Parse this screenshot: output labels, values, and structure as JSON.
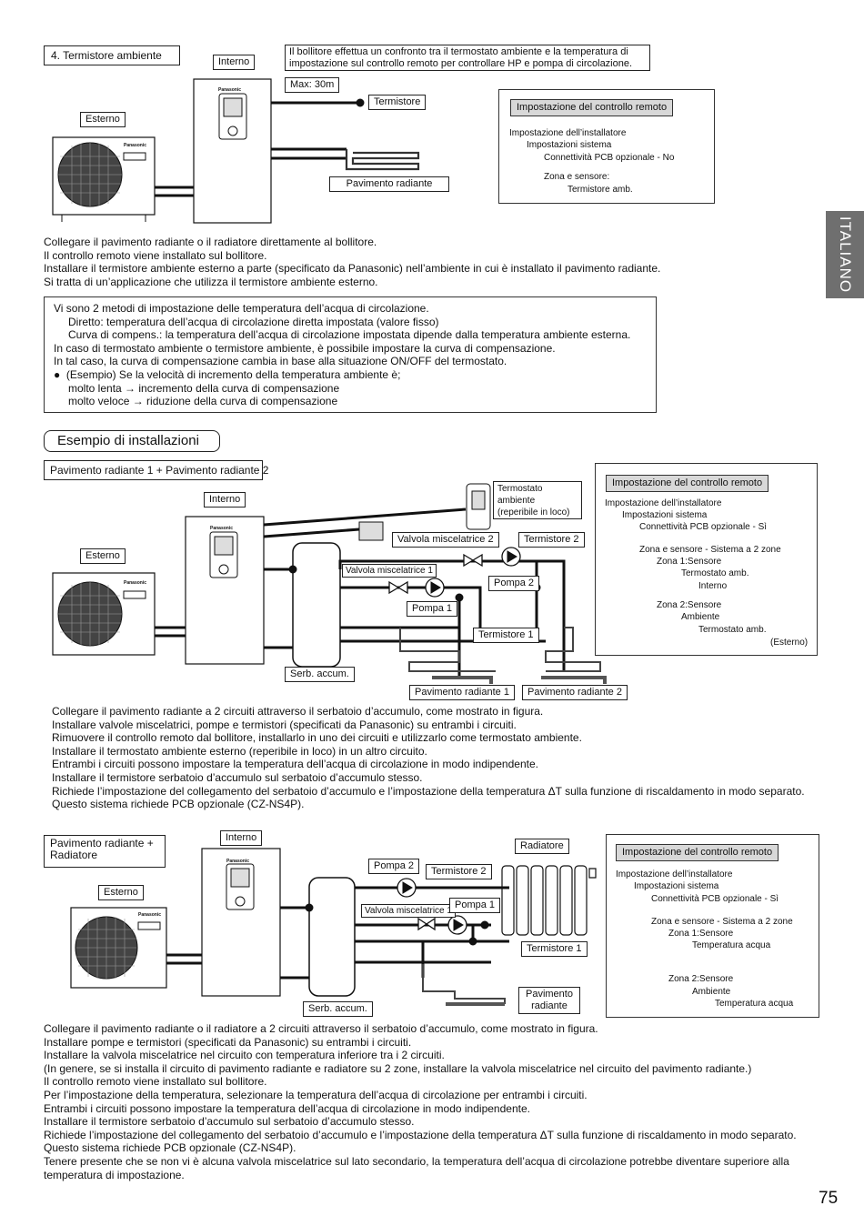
{
  "side_tab": "ITALIANO",
  "page_number": "75",
  "section1": {
    "title": "4. Termistore ambiente",
    "interno": "Interno",
    "esterno": "Esterno",
    "brand": "Panasonic",
    "note_lines": [
      "Il bollitore effettua un confronto tra il termostato ambiente e la temperatura di",
      "impostazione sul controllo remoto per controllare HP e pompa di circolazione."
    ],
    "max": "Max: 30m",
    "termistore": "Termistore",
    "pavimento": "Pavimento radiante",
    "remote": {
      "header": "Impostazione del controllo remoto",
      "lines": [
        "Impostazione dell’installatore",
        "Impostazioni sistema",
        "Connettività PCB opzionale - No",
        "Zona e sensore:",
        "Termistore amb."
      ]
    },
    "text_lines": [
      "Collegare il pavimento radiante o il radiatore direttamente al bollitore.",
      "Il controllo remoto viene installato sul bollitore.",
      "Installare il termistore ambiente esterno a parte (specificato da Panasonic) nell’ambiente in cui è installato il pavimento radiante.",
      "Si tratta di un’applicazione che utilizza il termistore ambiente esterno."
    ]
  },
  "info_box": {
    "lines": [
      "Vi sono 2 metodi di impostazione delle temperatura dell’acqua di circolazione.",
      "Diretto: temperatura dell’acqua di circolazione diretta impostata (valore fisso)",
      "Curva di compens.: la temperatura dell’acqua di circolazione impostata dipende dalla temperatura ambiente esterna.",
      "In caso di termostato ambiente o termistore ambiente, è possibile impostare la curva di compensazione.",
      "In tal caso, la curva di compensazione cambia in base alla situazione ON/OFF del termostato.",
      "(Esempio) Se la velocità di incremento della temperatura ambiente è;",
      "molto lenta → incremento della curva di compensazione",
      "molto veloce → riduzione della curva di compensazione"
    ]
  },
  "section_title": "Esempio di installazioni",
  "example1": {
    "title": "Pavimento radiante 1 + Pavimento radiante 2",
    "interno": "Interno",
    "esterno": "Esterno",
    "termostato": [
      "Termostato",
      "ambiente",
      "(reperibile in loco)"
    ],
    "valvola2": "Valvola miscelatrice 2",
    "termistore2": "Termistore 2",
    "valvola1": "Valvola miscelatrice 1",
    "pompa2": "Pompa 2",
    "pompa1": "Pompa 1",
    "termistore1": "Termistore 1",
    "serb": "Serb. accum.",
    "pav1": "Pavimento radiante 1",
    "pav2": "Pavimento radiante 2",
    "remote": {
      "header": "Impostazione del controllo remoto",
      "lines": [
        "Impostazione dell’installatore",
        "Impostazioni sistema",
        "Connettività PCB opzionale - Sì",
        "Zona e sensore - Sistema a 2 zone",
        "Zona 1:Sensore",
        "Termostato amb.",
        "Interno",
        "Zona 2:Sensore",
        "Ambiente",
        "Termostato amb.",
        "(Esterno)"
      ]
    },
    "text_lines": [
      "Collegare il pavimento radiante a 2 circuiti attraverso il serbatoio d’accumulo, come mostrato in figura.",
      "Installare valvole miscelatrici, pompe e termistori (specificati da Panasonic) su entrambi i circuiti.",
      "Rimuovere il controllo remoto dal bollitore, installarlo in uno dei circuiti e utilizzarlo come termostato ambiente.",
      "Installare il termostato ambiente esterno (reperibile in loco) in un altro circuito.",
      "Entrambi i circuiti possono impostare la temperatura dell’acqua di circolazione in modo indipendente.",
      "Installare il termistore serbatoio d’accumulo sul serbatoio d’accumulo stesso.",
      "Richiede l’impostazione del collegamento del serbatoio d’accumulo e l’impostazione della temperatura ΔT sulla funzione di riscaldamento in modo separato.",
      "Questo sistema richiede PCB opzionale (CZ-NS4P)."
    ]
  },
  "example2": {
    "title_lines": [
      "Pavimento radiante +",
      "Radiatore"
    ],
    "interno": "Interno",
    "esterno": "Esterno",
    "pompa2": "Pompa 2",
    "termistore2": "Termistore 2",
    "radiatore": "Radiatore",
    "valvola1": "Valvola miscelatrice 1",
    "pompa1": "Pompa 1",
    "termistore1": "Termistore 1",
    "serb": "Serb. accum.",
    "pavimento": [
      "Pavimento",
      "radiante"
    ],
    "remote": {
      "header": "Impostazione del controllo remoto",
      "lines": [
        "Impostazione dell’installatore",
        "Impostazioni sistema",
        "Connettività PCB opzionale - Sì",
        "Zona e sensore - Sistema a 2 zone",
        "Zona 1:Sensore",
        "Temperatura acqua",
        "Zona 2:Sensore",
        "Ambiente",
        "Temperatura acqua"
      ]
    },
    "text_lines": [
      "Collegare il pavimento radiante o il radiatore a 2 circuiti attraverso il serbatoio d’accumulo, come mostrato in figura.",
      "Installare pompe e termistori (specificati da Panasonic) su entrambi i circuiti.",
      "Installare la valvola miscelatrice nel circuito con temperatura inferiore tra i 2 circuiti.",
      "(In genere, se si installa il circuito di pavimento radiante e radiatore su 2 zone, installare la valvola miscelatrice nel circuito del pavimento radiante.)",
      "Il controllo remoto viene installato sul bollitore.",
      "Per l’impostazione della temperatura, selezionare la temperatura dell’acqua di circolazione per entrambi i circuiti.",
      "Entrambi i circuiti possono impostare la temperatura dell’acqua di circolazione in modo indipendente.",
      "Installare il termistore serbatoio d’accumulo sul serbatoio d’accumulo stesso.",
      "Richiede l’impostazione del collegamento del serbatoio d’accumulo e l’impostazione della temperatura ΔT sulla funzione di riscaldamento in modo separato.",
      "Questo sistema richiede PCB opzionale (CZ-NS4P).",
      "Tenere presente che se non vi è alcuna valvola miscelatrice sul lato secondario, la temperatura dell’acqua di circolazione potrebbe diventare superiore alla",
      "temperatura di impostazione."
    ]
  }
}
